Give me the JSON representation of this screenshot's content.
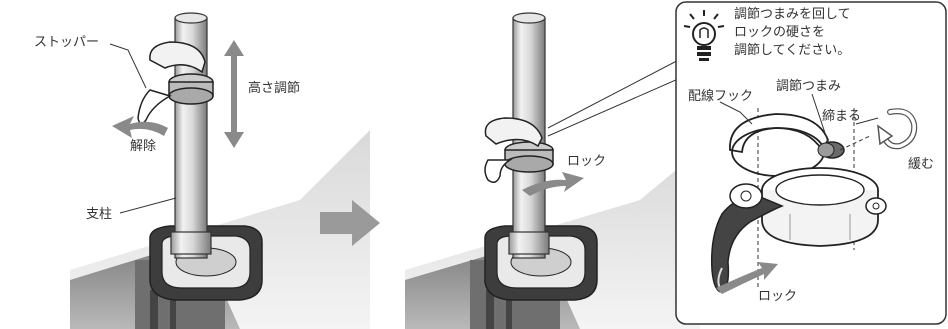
{
  "left_panel": {
    "stopper_label": "ストッパー",
    "release_label": "解除",
    "height_adjust_label": "高さ調節",
    "pole_label": "支柱"
  },
  "middle_panel": {
    "lock_label": "ロック"
  },
  "tip_box": {
    "lines": [
      "調節つまみを回して",
      "ロックの硬さを",
      "調節してください。"
    ]
  },
  "detail_panel": {
    "cable_hook_label": "配線フック",
    "knob_label": "調節つまみ",
    "tighten_label": "締まる",
    "loosen_label": "緩む",
    "lock_label": "ロック"
  },
  "colors": {
    "desk_dark": "#8c8c8c",
    "desk_light": "#e2e2e2",
    "arrow_gray": "#8a8a8a",
    "line": "#333333"
  }
}
